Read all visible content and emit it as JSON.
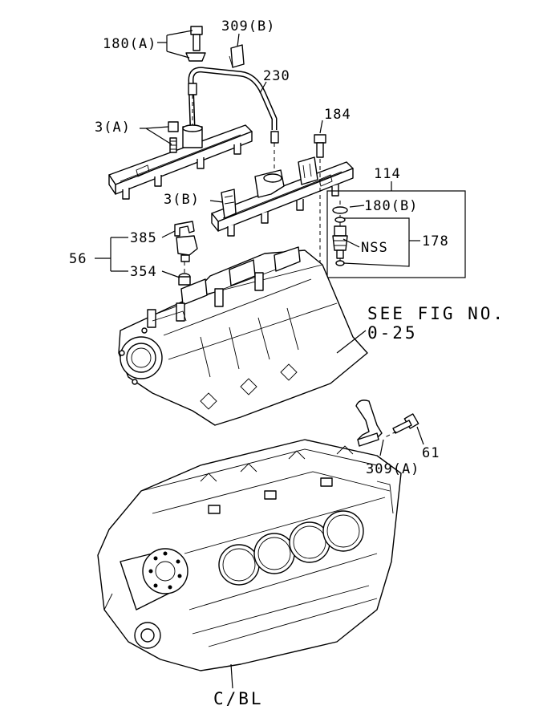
{
  "callouts": {
    "bolt_rail": "180(A)",
    "bracket_upper": "309(B)",
    "crossover_pipe": "230",
    "stud": "184",
    "valve_left": "3(A)",
    "injector_kit": "114",
    "oring_top": "180(B)",
    "valve_right": "3(B)",
    "sensor_clip": "385",
    "sensor_asm": "56",
    "sensor": "354",
    "injector": "NSS",
    "injector_asm": "178",
    "see_fig_1": "SEE FIG NO.",
    "see_fig_2": "0-25",
    "bolt_lower": "61",
    "bracket_lower": "309(A)",
    "cyl_block": "C/BL"
  },
  "colors": {
    "ink": "#000000",
    "paper": "#ffffff"
  }
}
